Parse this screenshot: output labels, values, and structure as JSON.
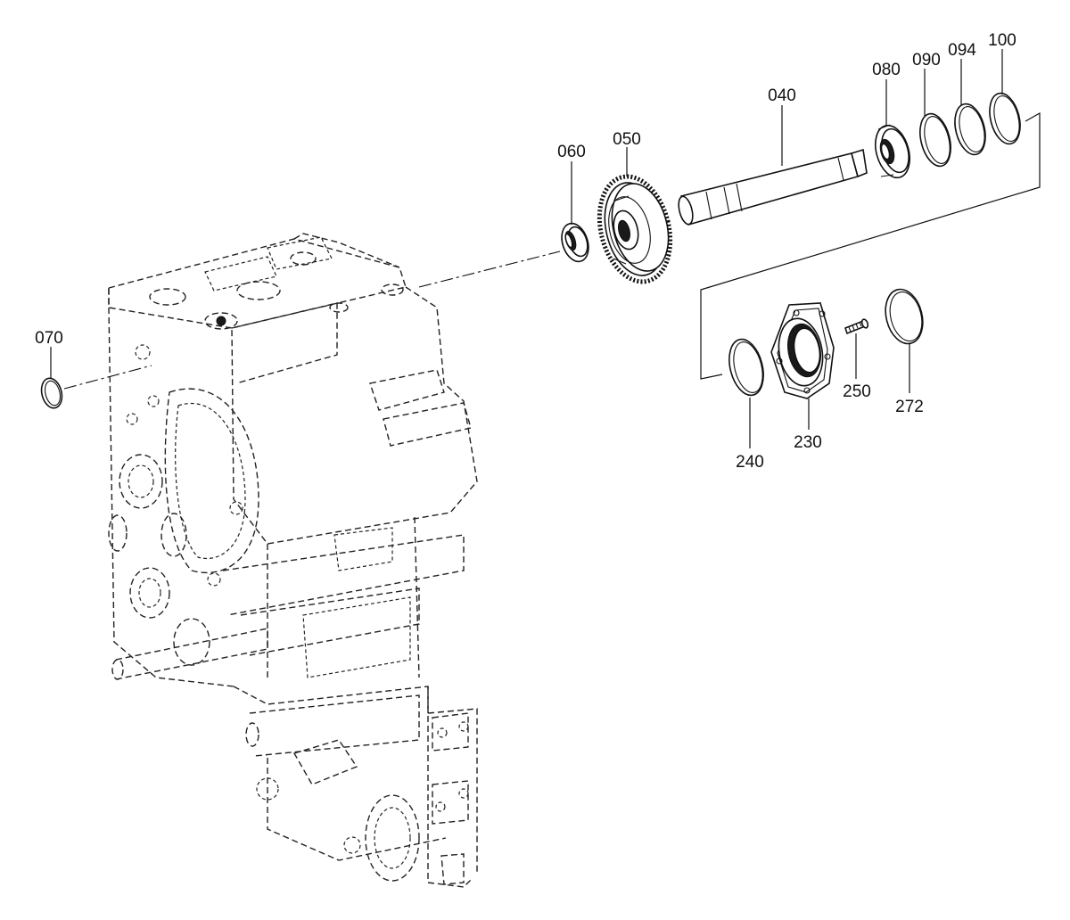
{
  "diagram": {
    "type": "exploded-parts-drawing",
    "line_color": "#111111",
    "background": "#ffffff",
    "parts": [
      {
        "id": "p040",
        "label": "040",
        "component": "shaft"
      },
      {
        "id": "p050",
        "label": "050",
        "component": "gear"
      },
      {
        "id": "p060",
        "label": "060",
        "component": "bearing"
      },
      {
        "id": "p070",
        "label": "070",
        "component": "o-ring"
      },
      {
        "id": "p080",
        "label": "080",
        "component": "bearing"
      },
      {
        "id": "p090",
        "label": "090",
        "component": "ring"
      },
      {
        "id": "p094",
        "label": "094",
        "component": "ring"
      },
      {
        "id": "p100",
        "label": "100",
        "component": "ring"
      },
      {
        "id": "p230",
        "label": "230",
        "component": "cover"
      },
      {
        "id": "p240",
        "label": "240",
        "component": "o-ring"
      },
      {
        "id": "p250",
        "label": "250",
        "component": "screw"
      },
      {
        "id": "p272",
        "label": "272",
        "component": "o-ring"
      }
    ]
  }
}
